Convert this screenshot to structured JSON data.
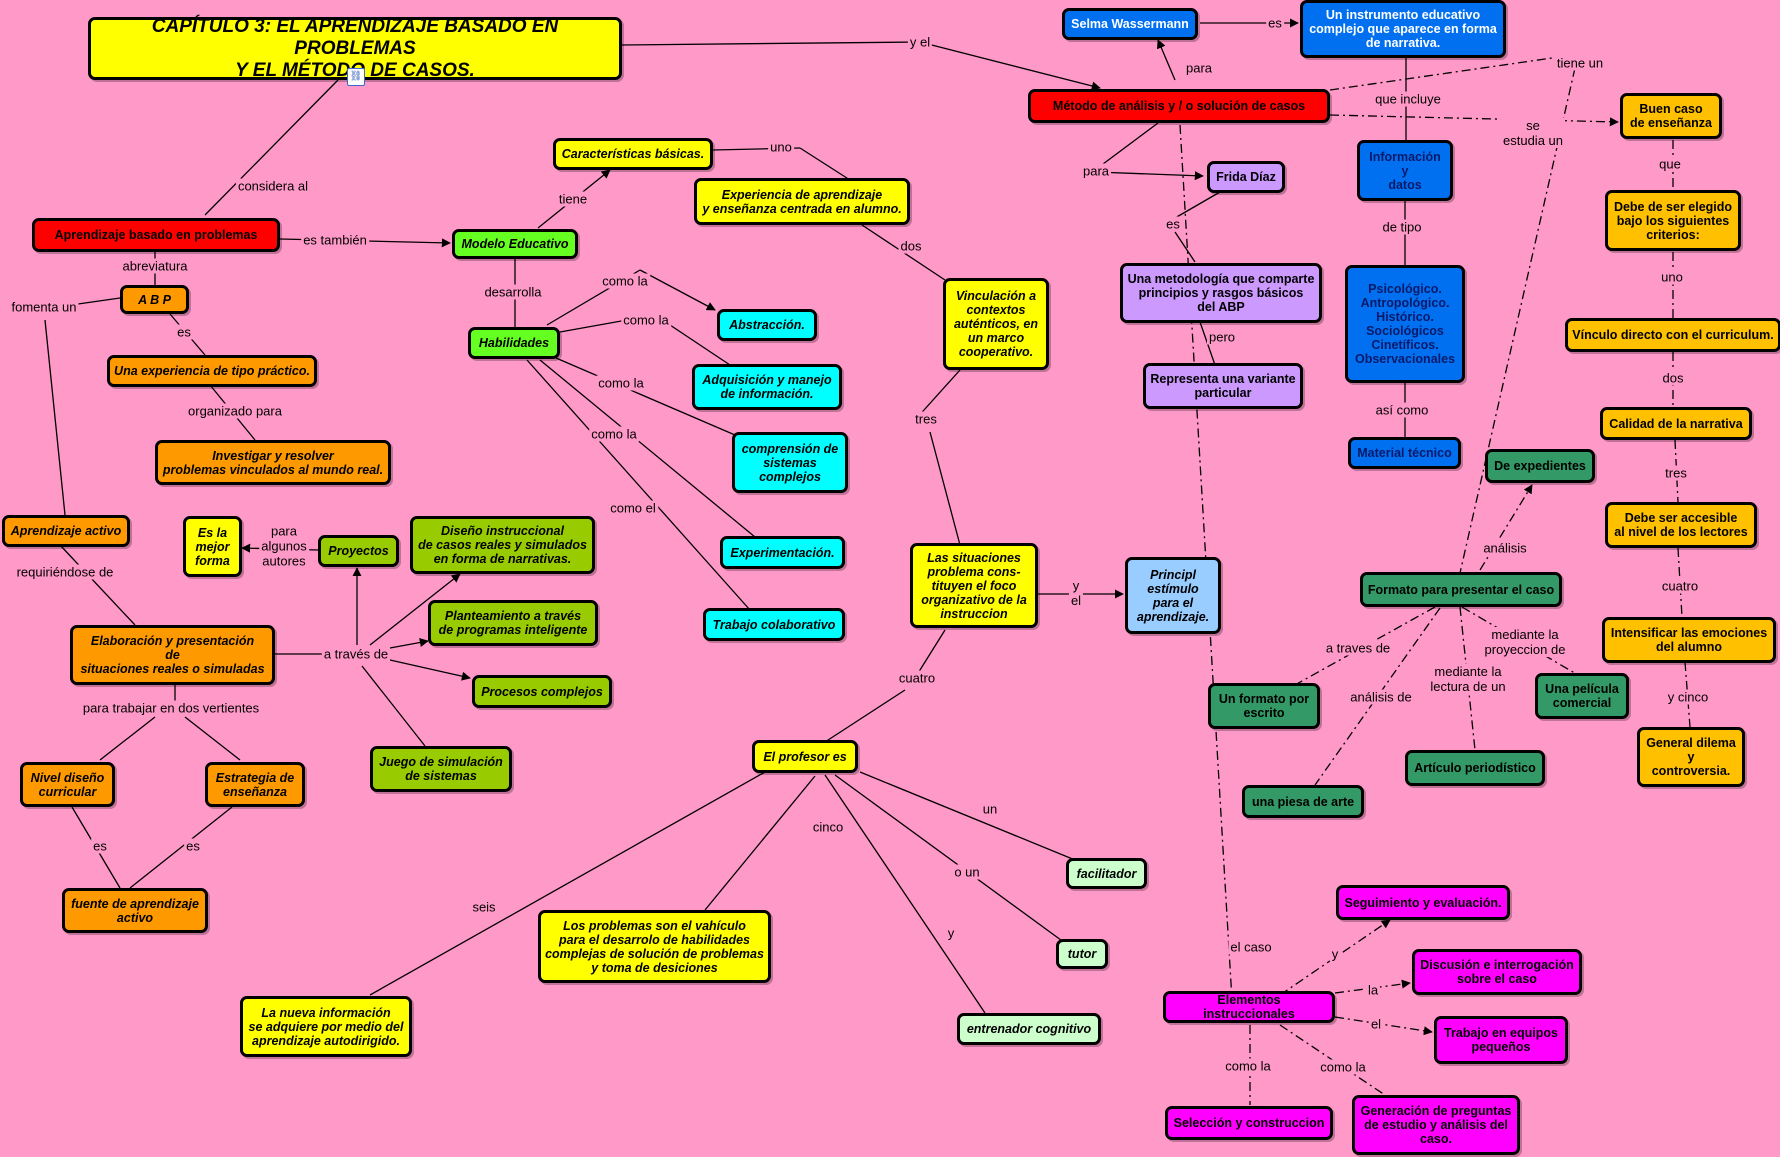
{
  "colors": {
    "background": "#ff99c8"
  },
  "nodes": {
    "title": "CAPÍTULO 3: EL APRENDIZAJE BASADO EN PROBLEMAS\nY EL MÉTODO DE CASOS.",
    "abp": "Aprendizaje basado en problemas",
    "abp_short": "A  B  P",
    "exp_practica": "Una experiencia de tipo práctico.",
    "investigar": "Investigar y resolver\nproblemas vinculados al mundo real.",
    "aprendizaje_activo": "Aprendizaje activo",
    "elaboracion": "Elaboración y presentación\nde\nsituaciones reales o simuladas",
    "nivel_diseno": "Nivel diseño\ncurricular",
    "estrategia": "Estrategia de\nenseñanza",
    "fuente": "fuente de aprendizaje\nactivo",
    "mejor_forma": "Es la\nmejor\nforma",
    "proyectos": "Proyectos",
    "diseno_instr": "Diseño instruccional\nde casos reales y simulados\nen forma de narrativas.",
    "planteamiento": "Planteamiento a través\nde programas inteligente",
    "procesos": "Procesos complejos",
    "juego_sim": "Juego de simulación\nde sistemas",
    "modelo": "Modelo Educativo",
    "habilidades": "Habilidades",
    "caracteristicas": "Características básicas.",
    "experiencia": "Experiencia de aprendizaje\ny enseñanza centrada en alumno.",
    "abstraccion": "Abstracción.",
    "adquisicion": "Adquisición y manejo\nde información.",
    "comprension": "comprensión de\nsistemas\ncomplejos",
    "experimentacion": "Experimentación.",
    "trabajo_colab": "Trabajo colaborativo",
    "vinculacion": "Vinculación a\ncontextos\nauténticos, en\nun marco\ncooperativo.",
    "situaciones": "Las situaciones\nproblema cons-\ntituyen el foco\norganizativo de la\ninstruccion",
    "principal": "Principl\nestímulo\npara el\naprendizaje.",
    "profesor": "El profesor es",
    "facilitador": "facilitador",
    "tutor": "tutor",
    "entrenador": "entrenador cognitivo",
    "problemas": "Los problemas son el vahículo\npara el desarrolo de habilidades\ncomplejas de solución de problemas\ny toma de desiciones",
    "nueva_info": "La nueva información\nse adquiere por medio del\naprendizaje autodirigido.",
    "metodo": "Método de análisis y / o solución de casos",
    "selma": "Selma Wassermann",
    "instrumento": "Un instrumento educativo\ncomplejo que aparece en forma\nde narrativa.",
    "frida": "Frida Díaz",
    "metodologia": "Una metodología que comparte\nprincipios y rasgos básicos\ndel ABP",
    "variante": "Representa una variante\nparticular",
    "informacion": "Información\ny\ndatos",
    "psico": "Psicológico.\nAntropológico.\nHistórico.\nSociológicos\nCinetíficos.\nObservacionales",
    "material": "Material técnico",
    "buen_caso": "Buen caso\nde enseñanza",
    "debe_elegido": "Debe de ser elegido\nbajo los siguientes\ncriterios:",
    "vinculo": "Vínculo directo con el curriculum.",
    "calidad": "Calidad de la narrativa",
    "accesible": "Debe ser accesible\nal nivel de los lectores",
    "intensificar": "Intensificar las emociones\ndel alumno",
    "dilema": "General dilema\ny\ncontroversia.",
    "formato": "Formato para presentar el caso",
    "expedientes": "De expedientes",
    "pelicula": "Una película\ncomercial",
    "articulo": "Artículo periodístico",
    "escrito": "Un formato por\nescrito",
    "pieza": "una piesa de arte",
    "elementos": "Elementos instruccionales",
    "seguimiento": "Seguimiento y evaluación.",
    "discusion": "Discusión e interrogación\nsobre el caso",
    "trabajo_eq": "Trabajo en equipos\npequeños",
    "generacion": "Generación de preguntas\nde estudio y análisis del\ncaso.",
    "seleccion": "Selección y construccion"
  },
  "links": {
    "considera": "considera al",
    "yel_top": "y el",
    "es_tambien": "es también",
    "abreviatura": "abreviatura",
    "fomenta": "fomenta un",
    "es_abp": "es",
    "organizado": "organizado para",
    "requiriendose": "requiriéndose de",
    "a_traves": "a través de",
    "para_algunos": "para\nalgunos\nautores",
    "dos_vertientes": "para trabajar en dos vertientes",
    "es_l": "es",
    "es_r": "es",
    "tiene": "tiene",
    "desarrolla": "desarrolla",
    "uno": "uno",
    "dos": "dos",
    "como_la1": "como la",
    "como_la2": "como la",
    "como_la3": "como la",
    "como_la4": "como la",
    "como_el": "como el",
    "tres": "tres",
    "cuatro": "cuatro",
    "y_el": "y\nel",
    "un": "un",
    "o_un": "o un",
    "y": "y",
    "cinco": "cinco",
    "seis": "seis",
    "para_selma": "para",
    "es_selma": "es",
    "para_frida": "para",
    "es_frida": "es",
    "pero": "pero",
    "que_incluye": "que incluye",
    "de_tipo": "de tipo",
    "asi_como": "así como",
    "tiene_un": "tiene un",
    "se_estudia": "se\nestudia un",
    "que": "que",
    "c_uno": "uno",
    "c_dos": "dos",
    "c_tres": "tres",
    "c_cuatro": "cuatro",
    "c_cinco": "y cinco",
    "analisis": "análisis",
    "mediante_proy": "mediante la\nproyeccion de",
    "a_traves_de": "a traves de",
    "mediante_lect": "mediante la\nlectura de un",
    "analisis_de": "análisis de",
    "el_caso": "el caso",
    "y_elem": "y",
    "la_elem": "la",
    "el_elem": "el",
    "como_la_a": "como la",
    "como_la_b": "como la"
  }
}
